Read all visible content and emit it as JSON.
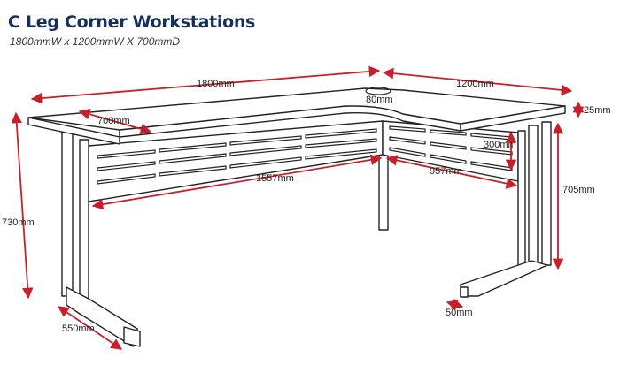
{
  "header": {
    "title": "C Leg Corner Workstations",
    "subtitle": "1800mmW x 1200mmW X 700mmD"
  },
  "dimensions": {
    "width_main": "1800mm",
    "width_return": "1200mm",
    "desk_depth": "700mm",
    "corner_radius": "80mm",
    "top_thickness": "25mm",
    "modesty_height": "300mm",
    "modesty_return": "957mm",
    "modesty_main": "1557mm",
    "leg_height_inner": "705mm",
    "overall_height": "730mm",
    "foot_depth": "550mm",
    "foot_width": "50mm"
  },
  "colors": {
    "title": "#16305e",
    "dimension_lines": "#c8202a",
    "outline": "#222222"
  }
}
